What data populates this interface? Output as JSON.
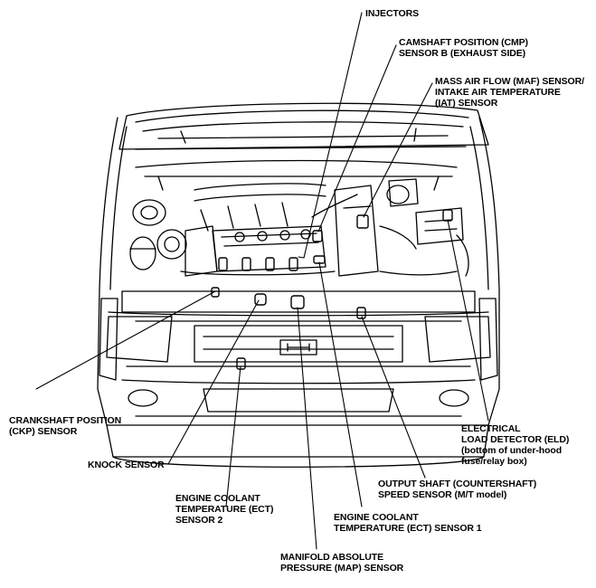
{
  "labels": {
    "injectors": [
      "INJECTORS"
    ],
    "cmp": [
      "CAMSHAFT POSITION (CMP)",
      "SENSOR B (EXHAUST SIDE)"
    ],
    "maf": [
      "MASS AIR FLOW (MAF) SENSOR/",
      "INTAKE AIR TEMPERATURE",
      "(IAT) SENSOR"
    ],
    "ckp": [
      "CRANKSHAFT POSITION",
      "(CKP) SENSOR"
    ],
    "knock": [
      "KNOCK SENSOR"
    ],
    "ect2": [
      "ENGINE COOLANT",
      "TEMPERATURE (ECT)",
      "SENSOR 2"
    ],
    "ect1": [
      "ENGINE COOLANT",
      "TEMPERATURE (ECT) SENSOR 1"
    ],
    "map": [
      "MANIFOLD ABSOLUTE",
      "PRESSURE (MAP) SENSOR"
    ],
    "output_shaft": [
      "OUTPUT SHAFT (COUNTERSHAFT)",
      "SPEED SENSOR (M/T model)"
    ],
    "eld": [
      "ELECTRICAL",
      "LOAD DETECTOR (ELD)",
      "(bottom of under-hood",
      "fuse/relay box)"
    ]
  }
}
